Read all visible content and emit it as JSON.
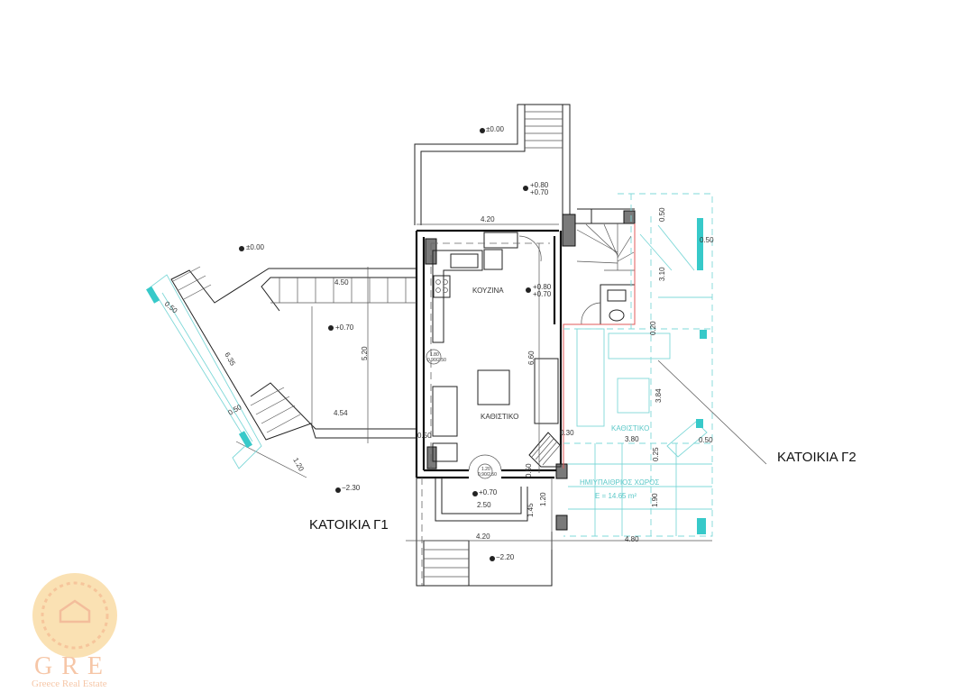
{
  "plan": {
    "units": {
      "g1": "ΚΑΤΟΙΚΙΑ Γ1",
      "g2": "ΚΑΤΟΙΚΙΑ Γ2"
    },
    "rooms": {
      "kitchen": "ΚΟΥΖΙΝΑ",
      "living": "ΚΑΘΙΣΤΙΚΟ",
      "living_g2": "ΚΑΘΙΣΤΙΚΟ",
      "semi_outdoor": "ΗΜΙΥΠΑΙΘΡΙΟΣ ΧΩΡΟΣ",
      "semi_outdoor_area": "E = 14.65 m²"
    },
    "levels": {
      "top": "±0.00",
      "terrace_top_a": "+0.80",
      "terrace_top_b": "+0.70",
      "kitchen_a": "+0.80",
      "kitchen_b": "+0.70",
      "left_top": "±0.00",
      "left_terrace": "+0.70",
      "left_bottom": "−2.30",
      "entrance": "+0.70",
      "bottom": "−2.20"
    },
    "dims": {
      "top_width": "4.20",
      "stair_050": "0.50",
      "g2_050": "0.50",
      "g2_310": "3.10",
      "g2_020": "0.20",
      "living_660": "6.60",
      "left_450": "4.50",
      "left_050a": "0.50",
      "left_520": "5.20",
      "left_635": "6.35",
      "left_454": "4.54",
      "left_050b": "0.50",
      "left_120": "1.20",
      "wall_050": "0.50",
      "wall_030": "0.30",
      "g2_384": "3.84",
      "g2_380": "3.80",
      "g2_050b": "0.50",
      "g2_025": "0.25",
      "g2_190": "1.90",
      "entr_050": "0.50",
      "entr_250": "2.50",
      "entr_145": "1.45",
      "entr_120": "1.20",
      "bottom_420": "4.20",
      "bottom_480": "4.80"
    },
    "doors": {
      "side_a": "1.80",
      "side_b": "0.90/2.50",
      "front_a": "1.20",
      "front_b": "0.90/2.50"
    }
  },
  "logo": {
    "letters": "GRE",
    "name": "Greece Real Estate"
  },
  "colors": {
    "accent_cyan": "#37c9c9",
    "logo_orange": "#f6c27a"
  }
}
